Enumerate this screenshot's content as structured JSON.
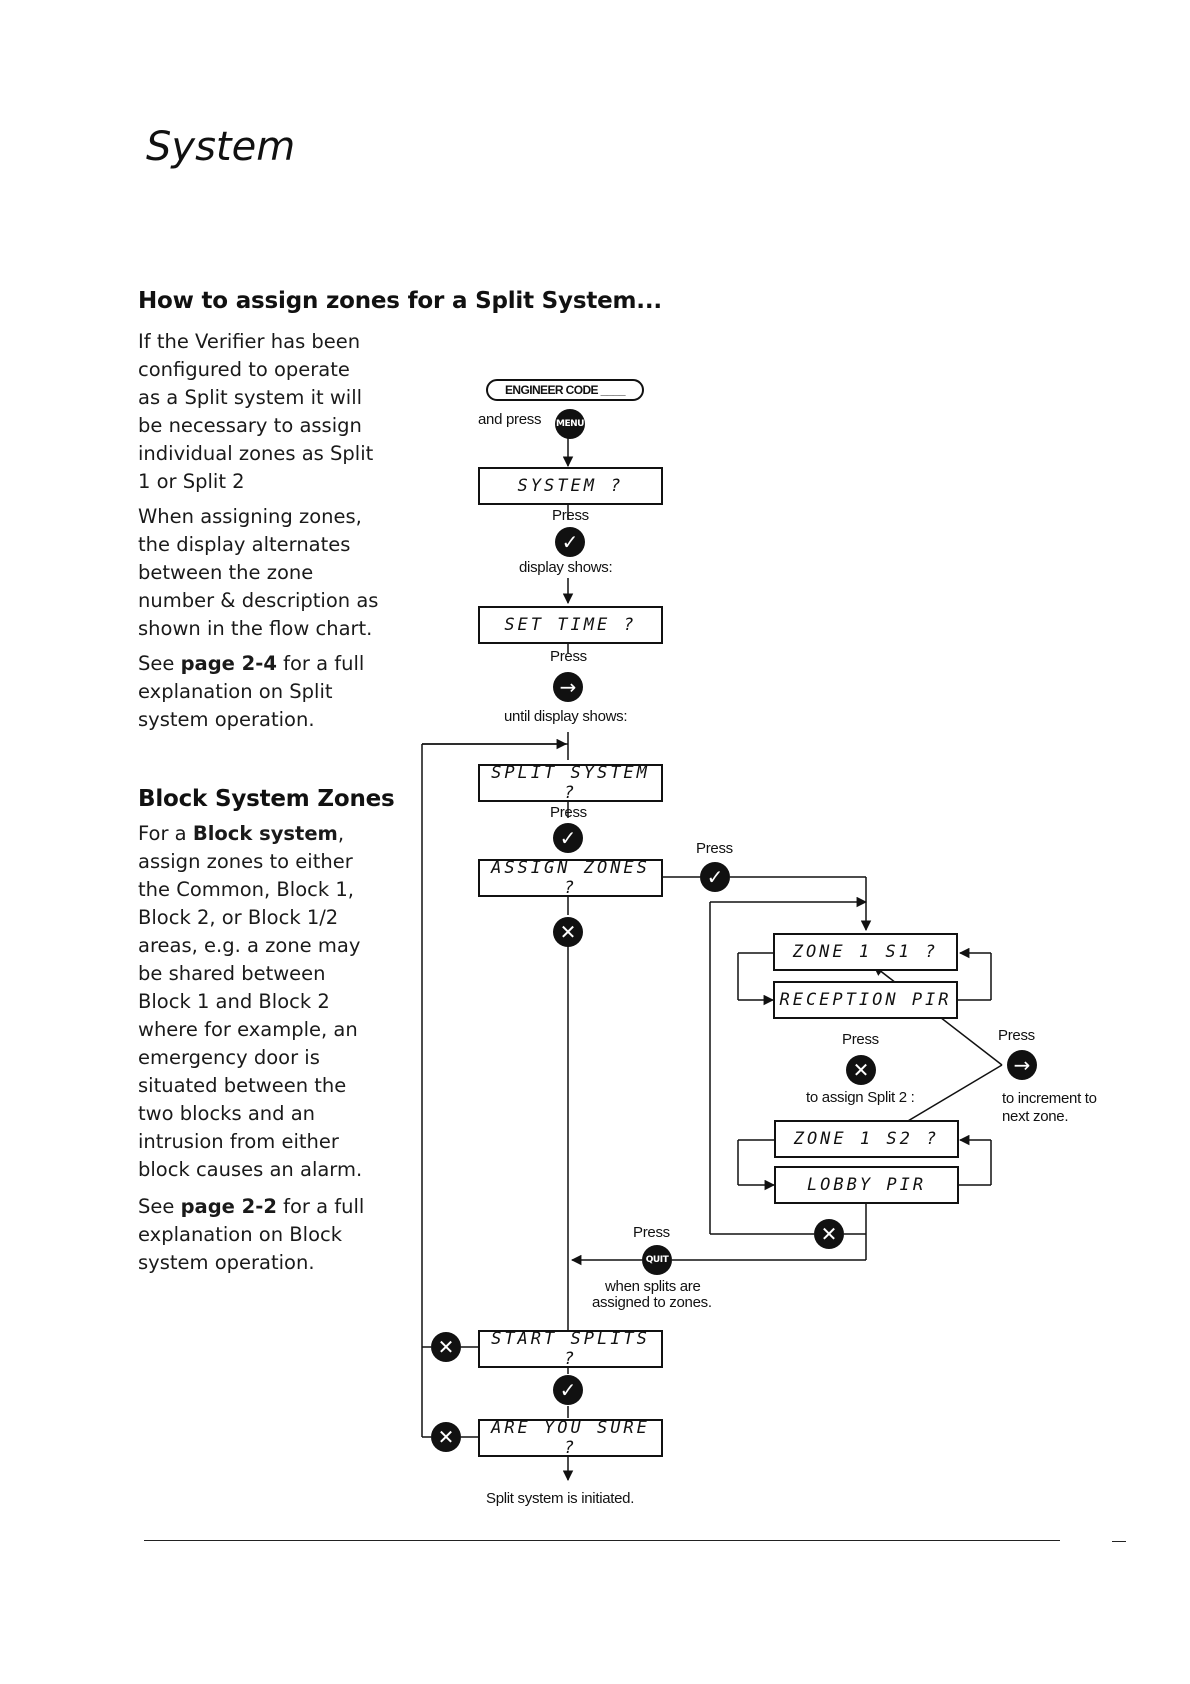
{
  "page": {
    "title": "System"
  },
  "section1": {
    "heading": "How to assign zones for a Split System...",
    "lines_p1": [
      "If the Verifier has been",
      "configured to operate",
      "as a Split system it will",
      "be necessary to assign",
      "individual zones as Split",
      "1 or Split 2"
    ],
    "lines_p2": [
      "When assigning zones,",
      "the display alternates",
      "between the zone",
      "number & description as",
      "shown in the flow chart."
    ],
    "p3_pre": "See ",
    "p3_bold": "page 2-4",
    "p3_post": " for a full",
    "p3_lines": [
      "explanation on Split",
      "system operation."
    ]
  },
  "section2": {
    "heading": "Block System Zones",
    "l1_pre": "For a ",
    "l1_bold": "Block system",
    "l1_post": ",",
    "lines_p1": [
      "assign zones to either",
      "the Common, Block 1,",
      "Block 2, or Block 1/2",
      "areas, e.g. a zone may",
      "be shared between",
      "Block 1 and Block 2",
      "where for example, an",
      "emergency door is",
      "situated between the",
      "two blocks and an",
      "intrusion from either",
      "block causes an alarm."
    ],
    "p2_pre": "See ",
    "p2_bold": "page 2-2",
    "p2_post": " for a full",
    "p2_lines": [
      "explanation on Block",
      "system operation."
    ]
  },
  "flow": {
    "engineer_code": "ENGINEER CODE ____",
    "and_press": "and press",
    "menu_key": "MENU",
    "quit_key": "QUIT",
    "displays": {
      "system": "SYSTEM ?",
      "set_time": "SET TIME ?",
      "split_system": "SPLIT SYSTEM ?",
      "assign_zones": "ASSIGN ZONES ?",
      "zone1_s1": "ZONE 1  S1 ?",
      "reception_pir": "RECEPTION PIR",
      "zone1_s2": "ZONE 1  S2 ?",
      "lobby_pir": "LOBBY PIR",
      "start_splits": "START SPLITS ?",
      "are_you_sure": "ARE YOU SURE ?"
    },
    "labels": {
      "press": "Press",
      "display_shows": "display shows:",
      "until_display_shows": "until display shows:",
      "to_assign_split2": "to assign Split 2 :",
      "increment_1": "to increment to",
      "increment_2": "next zone.",
      "splits_assigned_1": "when splits are",
      "splits_assigned_2": "assigned to zones.",
      "initiated": "Split system is initiated."
    },
    "icons": {
      "check": "✓",
      "cross": "✕",
      "arrow": "→"
    }
  }
}
